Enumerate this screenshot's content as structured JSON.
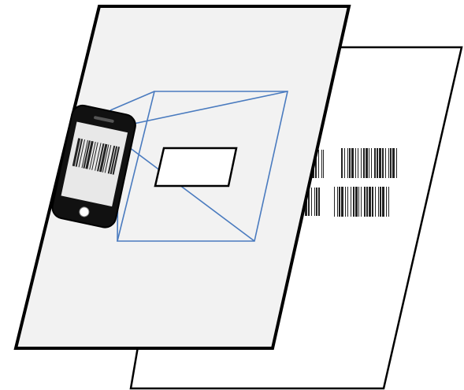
{
  "diagram": {
    "colors": {
      "outline": "#000000",
      "front_page_fill": "#f2f2f2",
      "back_page_fill": "#ffffff",
      "projection_lines": "#4a7bbf",
      "phone_body": "#111111",
      "screen_fill": "#e8e8e8",
      "barcode_dark": "#222222"
    },
    "elements": {
      "back_page": "back-document-page",
      "front_page": "front-document-page",
      "phone": "smartphone-icon",
      "target_window": "scan-target-rectangle",
      "camera_frustum": "camera-projection-lines",
      "barcodes": "printed-barcodes"
    }
  }
}
